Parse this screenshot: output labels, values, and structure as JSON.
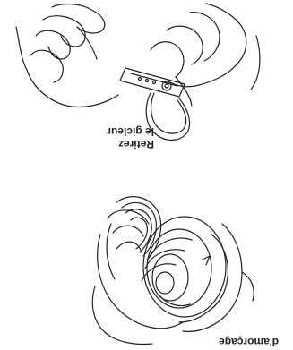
{
  "figure": {
    "top_caption_lines": [
      "Retirez",
      "le gicleur"
    ],
    "bottom_caption": "d'amorçage"
  },
  "colors": {
    "ink": "#222222",
    "background": "#ffffff"
  }
}
